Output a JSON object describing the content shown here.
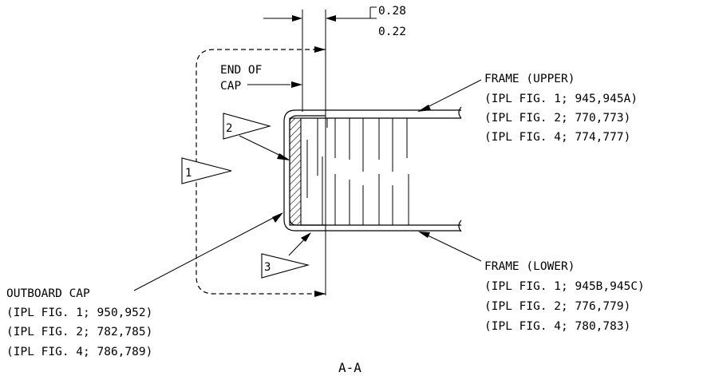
{
  "dimension": {
    "upper": "0.28",
    "lower": "0.22"
  },
  "end_of_cap": {
    "line1": "END OF",
    "line2": "CAP"
  },
  "flags": {
    "f1": "1",
    "f2": "2",
    "f3": "3"
  },
  "frame_upper": {
    "title": "FRAME (UPPER)",
    "ref1": "(IPL FIG. 1; 945,945A)",
    "ref2": "(IPL FIG. 2; 770,773)",
    "ref3": "(IPL FIG. 4; 774,777)"
  },
  "frame_lower": {
    "title": "FRAME (LOWER)",
    "ref1": "(IPL FIG. 1; 945B,945C)",
    "ref2": "(IPL FIG. 2; 776,779)",
    "ref3": "(IPL FIG. 4; 780,783)"
  },
  "outboard_cap": {
    "title": "OUTBOARD CAP",
    "ref1": "(IPL FIG. 1; 950,952)",
    "ref2": "(IPL FIG. 2; 782,785)",
    "ref3": "(IPL FIG. 4; 786,789)"
  },
  "section_label": "A-A"
}
